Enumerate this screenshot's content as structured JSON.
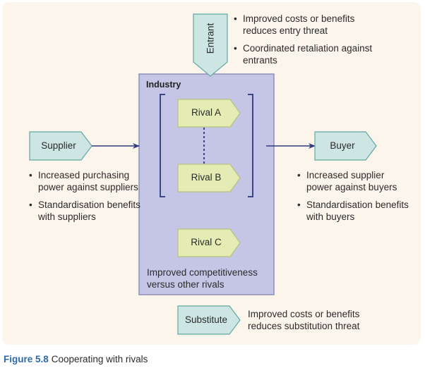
{
  "diagram": {
    "entrant": {
      "label": "Entrant",
      "bullets": [
        "Improved costs or benefits reduces entry threat",
        "Coordinated retaliation against entrants"
      ]
    },
    "industry": {
      "title": "Industry",
      "rivals": [
        "Rival A",
        "Rival B",
        "Rival C"
      ],
      "note_line1": "Improved competitiveness",
      "note_line2": "versus other rivals"
    },
    "supplier": {
      "label": "Supplier",
      "bullets": [
        "Increased purchasing power against suppliers",
        "Standardisation benefits with suppliers"
      ]
    },
    "buyer": {
      "label": "Buyer",
      "bullets": [
        "Increased supplier power against buyers",
        "Standardisation benefits with buyers"
      ]
    },
    "substitute": {
      "label": "Substitute",
      "note_line1": "Improved costs or benefits",
      "note_line2": "reduces substitution threat"
    },
    "colors": {
      "panel_bg": "#fcf5ec",
      "industry_fill": "#c5c6e6",
      "industry_border": "#8e8fb8",
      "teal_fill": "#cde6e3",
      "teal_border": "#5fa8a2",
      "rival_fill": "#e4ebb4",
      "rival_border": "#b7c27a",
      "arrow": "#2e3a7e",
      "caption_accent": "#2f6aa8"
    }
  },
  "caption": {
    "figure_number": "Figure 5.8",
    "title": "Cooperating with rivals"
  }
}
